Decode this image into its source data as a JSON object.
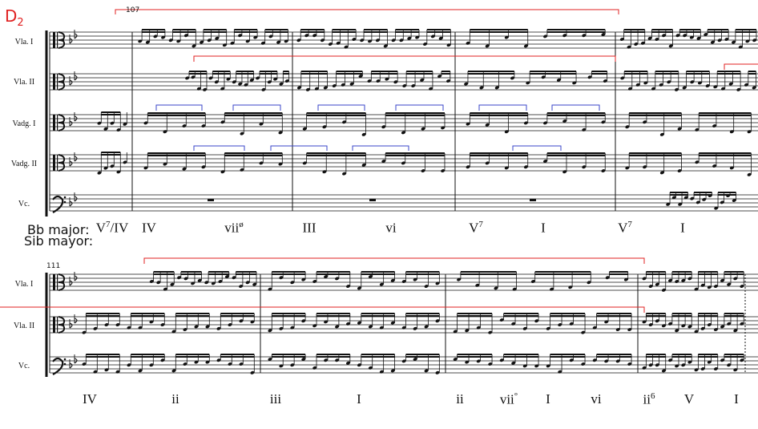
{
  "section": {
    "letter": "D",
    "sub": "2"
  },
  "systems": [
    {
      "measure_number": "107",
      "instruments": [
        "Vla. I",
        "Vla. II",
        "Vadg. I",
        "Vadg. II",
        "Vc."
      ],
      "key_labels": [
        "Bb major:",
        "Sib mayor:"
      ],
      "roman": [
        {
          "base": "V",
          "sup": "7",
          "tail": "/IV"
        },
        {
          "base": "IV",
          "sup": "",
          "tail": ""
        },
        {
          "base": "vii",
          "sup": "ø",
          "tail": ""
        },
        {
          "base": "III",
          "sup": "",
          "tail": ""
        },
        {
          "base": "vi",
          "sup": "",
          "tail": ""
        },
        {
          "base": "V",
          "sup": "7",
          "tail": ""
        },
        {
          "base": "I",
          "sup": "",
          "tail": ""
        },
        {
          "base": "V",
          "sup": "7",
          "tail": ""
        },
        {
          "base": "I",
          "sup": "",
          "tail": ""
        }
      ]
    },
    {
      "measure_number": "111",
      "instruments": [
        "Vla. I",
        "Vla. II",
        "Vc."
      ],
      "roman": [
        {
          "base": "IV",
          "sup": "",
          "tail": ""
        },
        {
          "base": "ii",
          "sup": "",
          "tail": ""
        },
        {
          "base": "iii",
          "sup": "",
          "tail": ""
        },
        {
          "base": "I",
          "sup": "",
          "tail": ""
        },
        {
          "base": "ii",
          "sup": "",
          "tail": ""
        },
        {
          "base": "vii",
          "sup": "°",
          "tail": ""
        },
        {
          "base": "I",
          "sup": "",
          "tail": ""
        },
        {
          "base": "vi",
          "sup": "",
          "tail": ""
        },
        {
          "base": "ii",
          "sup": "6",
          "tail": ""
        },
        {
          "base": "V",
          "sup": "",
          "tail": ""
        },
        {
          "base": "I",
          "sup": "",
          "tail": ""
        }
      ]
    }
  ],
  "colors": {
    "highlight_red": "#e02020",
    "bracket_blue": "#3a46c8",
    "ink": "#111111"
  }
}
